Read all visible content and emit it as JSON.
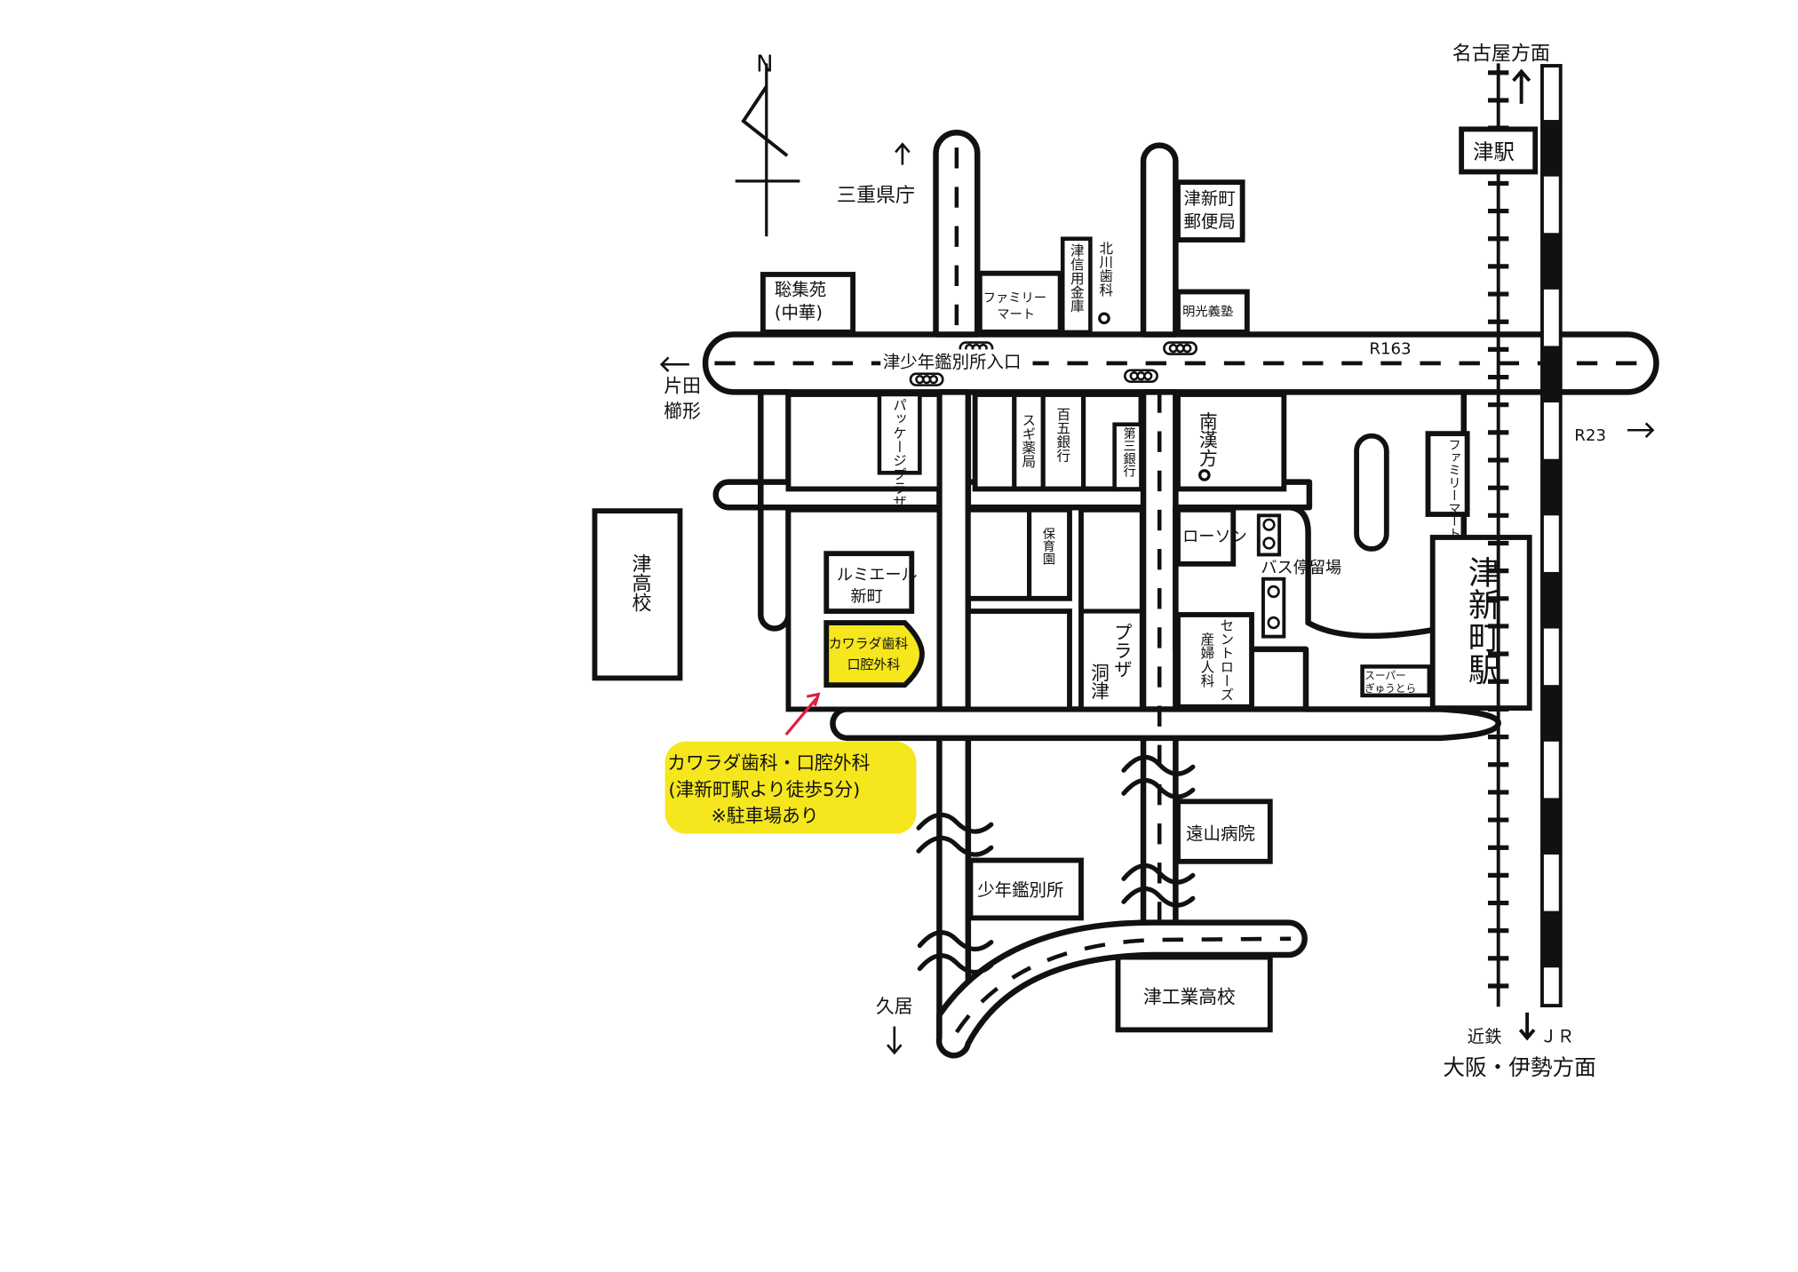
{
  "map": {
    "colors": {
      "line": "#111111",
      "highlight": "#f5e61e",
      "pointer_arrow": "#e0203a",
      "background": "#ffffff"
    },
    "compass": {
      "label": "N"
    },
    "directions": {
      "prefectural_office": "三重県庁",
      "nagoya": "名古屋方面",
      "katada": "片田",
      "kushigata": "櫛形",
      "r23": "R23",
      "hisai": "久居",
      "kintetsu": "近鉄",
      "jr": "ＪＲ",
      "osaka_ise": "大阪・伊勢方面"
    },
    "roads": {
      "r163": "R163",
      "intersection": "津少年鑑別所入口"
    },
    "stations": {
      "tsu": "津駅",
      "tsu_shinmachi": "津新町駅"
    },
    "landmarks": {
      "soshuen_line1": "聡集苑",
      "soshuen_line2": "(中華)",
      "familymart_north_line1": "ファミリー",
      "familymart_north_line2": "マート",
      "tsu_shinkin": "津信用金庫",
      "kitagawa_dental": "北川歯科",
      "post_office_line1": "津新町",
      "post_office_line2": "郵便局",
      "meiko": "明光義塾",
      "package_plaza": "パッケージプラザ",
      "sugi": "スギ薬局",
      "hyakugo": "百五銀行",
      "daisan": "第三銀行",
      "nankampo": "南漢方",
      "familymart_east": "ファミリーマート",
      "tsu_high": "津高校",
      "lumiere_line1": "ルミエール",
      "lumiere_line2": "新町",
      "nursery": "保育園",
      "lawson": "ローソン",
      "bus_terminal": "バス停留場",
      "plaza": "プラザ",
      "dotsu": "洞津",
      "centrose_line1": "セントローズ",
      "centrose_line2": "産婦人科",
      "super_line1": "スーパー",
      "super_line2": "ぎゅうとら",
      "toyama_hospital": "遠山病院",
      "juvenile_center": "少年鑑別所",
      "tsu_tech_high": "津工業高校"
    },
    "clinic": {
      "box_line1": "カワラダ歯科",
      "box_line2": "口腔外科",
      "callout_line1": "カワラダ歯科・口腔外科",
      "callout_line2": "(津新町駅より徒歩5分)",
      "callout_line3": "※駐車場あり"
    }
  }
}
